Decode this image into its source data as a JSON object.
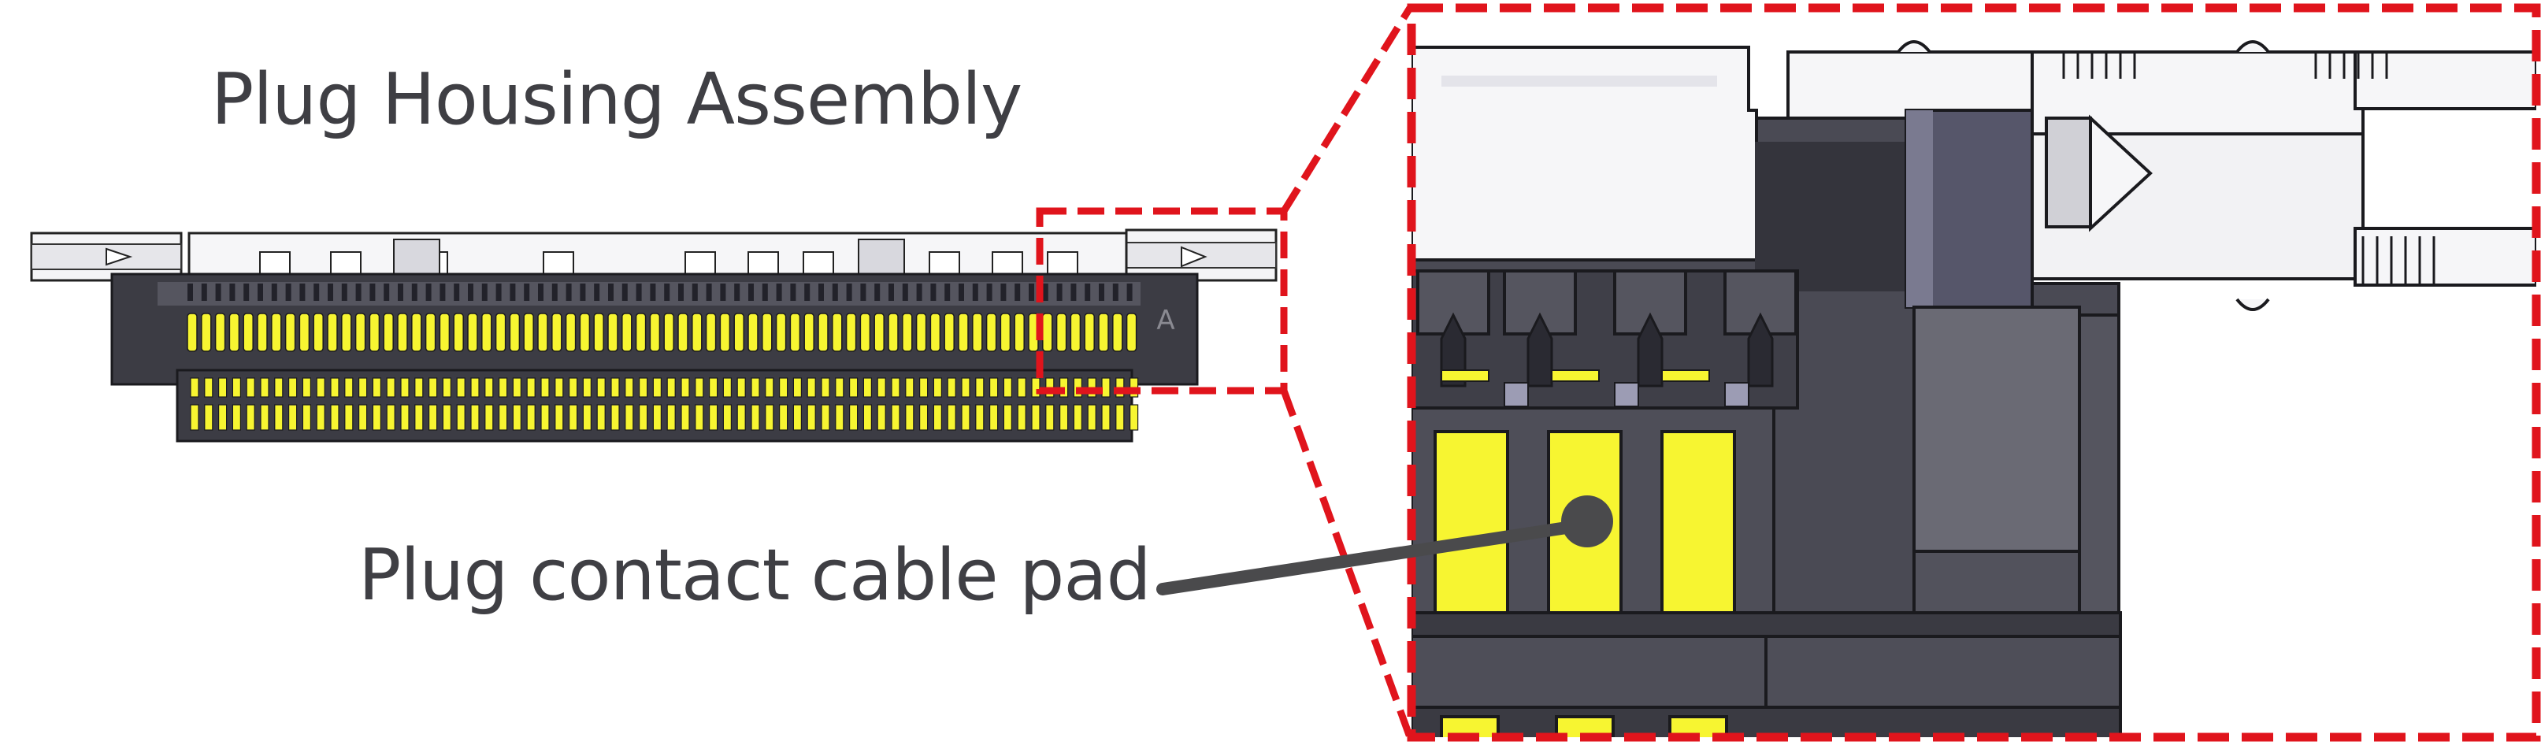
{
  "diagram": {
    "title": "Plug Housing Assembly",
    "callout_label": "Plug contact cable pad",
    "housing_marking": "A",
    "colors": {
      "housing_dark": "#3c3c44",
      "housing_mid": "#5a5a64",
      "housing_light": "#6a6a74",
      "contact_pad": "#f7f531",
      "latch_white": "#f6f6f8",
      "zoom_frame": "#e0141c",
      "callout_line": "#4a4a4c",
      "text": "#3f3f44"
    }
  }
}
